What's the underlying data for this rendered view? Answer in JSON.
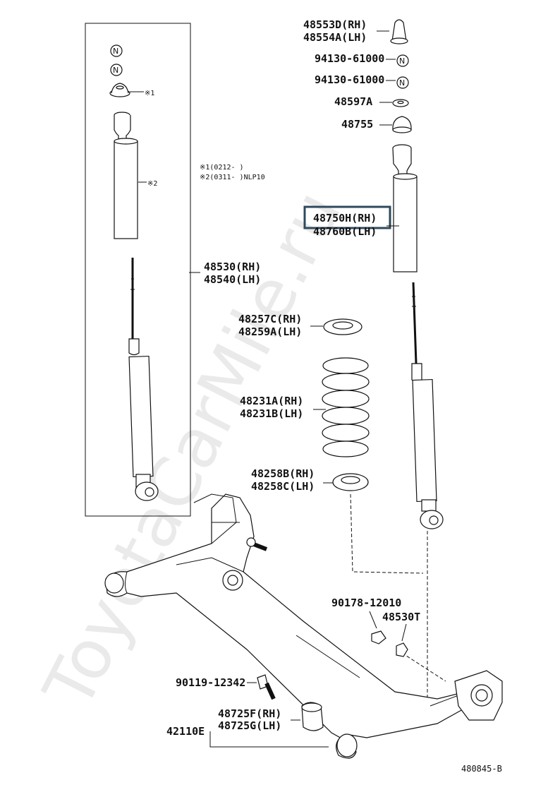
{
  "watermark": "ToyotaCarMile.ru",
  "diagram_code": "480845-B",
  "notes": {
    "n1": "※1(0212-    )",
    "n2": "※2(0311-    )NLP10",
    "mark1": "※1",
    "mark2": "※2",
    "n_symbol": "N"
  },
  "labels": {
    "p48553d": "48553D(RH)",
    "p48554a": "48554A(LH)",
    "p94130a": "94130-61000",
    "p94130b": "94130-61000",
    "p48597a": "48597A",
    "p48755": "48755",
    "p48750h": "48750H(RH)",
    "p48760b": "48760B(LH)",
    "p48530": "48530(RH)",
    "p48540": "48540(LH)",
    "p48257c": "48257C(RH)",
    "p48259a": "48259A(LH)",
    "p48231a": "48231A(RH)",
    "p48231b": "48231B(LH)",
    "p48258b": "48258B(RH)",
    "p48258c": "48258C(LH)",
    "p90178": "90178-12010",
    "p48530t": "48530T",
    "p90119": "90119-12342",
    "p48725f": "48725F(RH)",
    "p48725g": "48725G(LH)",
    "p42110e": "42110E"
  },
  "highlighted_part": "48750H(RH)",
  "colors": {
    "ink": "#111111",
    "highlight": "#2e4a5c",
    "watermark": "#d9d9d9"
  }
}
